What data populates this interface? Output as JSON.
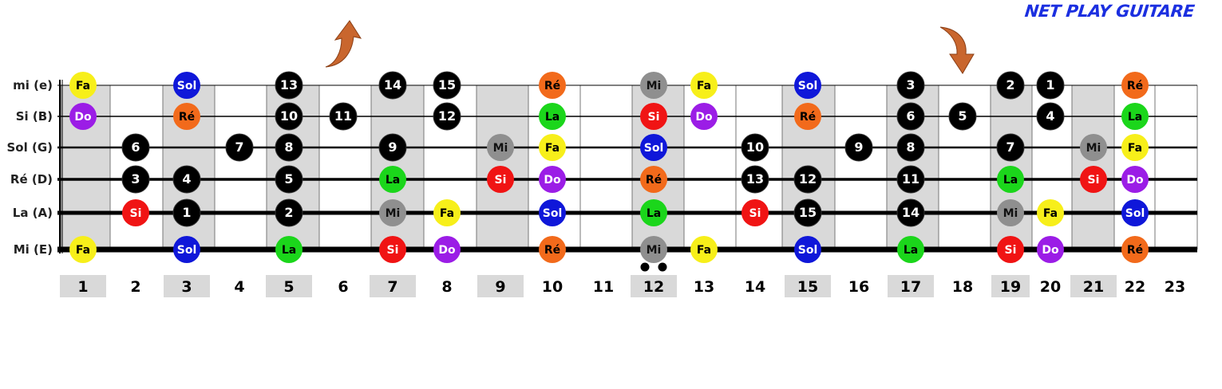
{
  "brand": "NET PLAY GUITARE",
  "colors": {
    "Do": "#9b1de6",
    "Ré": "#f26a1b",
    "Mi": "#8f8f8f",
    "Fa": "#f7ef1a",
    "Sol": "#0f17d9",
    "La": "#1bd61b",
    "Si": "#f01414",
    "number": "#000000",
    "shade": "#d9d9d9",
    "arrow": "#c9662e",
    "brand": "#1b2fe0"
  },
  "strings": [
    {
      "label": "mi (e)",
      "thickness": 1
    },
    {
      "label": "Si (B)",
      "thickness": 1.6
    },
    {
      "label": "Sol (G)",
      "thickness": 2.6
    },
    {
      "label": "Ré (D)",
      "thickness": 3.6
    },
    {
      "label": "La (A)",
      "thickness": 5
    },
    {
      "label": "Mi (E)",
      "thickness": 7
    }
  ],
  "frets": [
    1,
    2,
    3,
    4,
    5,
    6,
    7,
    8,
    9,
    10,
    11,
    12,
    13,
    14,
    15,
    16,
    17,
    18,
    19,
    20,
    21,
    22,
    23
  ],
  "shaded_frets": [
    1,
    3,
    5,
    7,
    9,
    12,
    15,
    17,
    19,
    21
  ],
  "double_dot_fret": 12,
  "arrows": [
    {
      "direction": "up",
      "near_fret": 6
    },
    {
      "direction": "down",
      "near_fret": 18
    }
  ],
  "markers": [
    {
      "string": 0,
      "fret": 1,
      "text": "Fa"
    },
    {
      "string": 0,
      "fret": 3,
      "text": "Sol"
    },
    {
      "string": 0,
      "fret": 5,
      "text": "13"
    },
    {
      "string": 0,
      "fret": 7,
      "text": "14"
    },
    {
      "string": 0,
      "fret": 8,
      "text": "15"
    },
    {
      "string": 0,
      "fret": 10,
      "text": "Ré"
    },
    {
      "string": 0,
      "fret": 12,
      "text": "Mi"
    },
    {
      "string": 0,
      "fret": 13,
      "text": "Fa"
    },
    {
      "string": 0,
      "fret": 15,
      "text": "Sol"
    },
    {
      "string": 0,
      "fret": 17,
      "text": "3"
    },
    {
      "string": 0,
      "fret": 19,
      "text": "2"
    },
    {
      "string": 0,
      "fret": 20,
      "text": "1"
    },
    {
      "string": 0,
      "fret": 22,
      "text": "Ré"
    },
    {
      "string": 1,
      "fret": 1,
      "text": "Do"
    },
    {
      "string": 1,
      "fret": 3,
      "text": "Ré"
    },
    {
      "string": 1,
      "fret": 5,
      "text": "10"
    },
    {
      "string": 1,
      "fret": 6,
      "text": "11"
    },
    {
      "string": 1,
      "fret": 8,
      "text": "12"
    },
    {
      "string": 1,
      "fret": 10,
      "text": "La"
    },
    {
      "string": 1,
      "fret": 12,
      "text": "Si"
    },
    {
      "string": 1,
      "fret": 13,
      "text": "Do"
    },
    {
      "string": 1,
      "fret": 15,
      "text": "Ré"
    },
    {
      "string": 1,
      "fret": 17,
      "text": "6"
    },
    {
      "string": 1,
      "fret": 18,
      "text": "5"
    },
    {
      "string": 1,
      "fret": 20,
      "text": "4"
    },
    {
      "string": 1,
      "fret": 22,
      "text": "La"
    },
    {
      "string": 2,
      "fret": 2,
      "text": "6"
    },
    {
      "string": 2,
      "fret": 4,
      "text": "7"
    },
    {
      "string": 2,
      "fret": 5,
      "text": "8"
    },
    {
      "string": 2,
      "fret": 7,
      "text": "9"
    },
    {
      "string": 2,
      "fret": 9,
      "text": "Mi"
    },
    {
      "string": 2,
      "fret": 10,
      "text": "Fa"
    },
    {
      "string": 2,
      "fret": 12,
      "text": "Sol"
    },
    {
      "string": 2,
      "fret": 14,
      "text": "10"
    },
    {
      "string": 2,
      "fret": 16,
      "text": "9"
    },
    {
      "string": 2,
      "fret": 17,
      "text": "8"
    },
    {
      "string": 2,
      "fret": 19,
      "text": "7"
    },
    {
      "string": 2,
      "fret": 21,
      "text": "Mi"
    },
    {
      "string": 2,
      "fret": 22,
      "text": "Fa"
    },
    {
      "string": 3,
      "fret": 2,
      "text": "3"
    },
    {
      "string": 3,
      "fret": 3,
      "text": "4"
    },
    {
      "string": 3,
      "fret": 5,
      "text": "5"
    },
    {
      "string": 3,
      "fret": 7,
      "text": "La"
    },
    {
      "string": 3,
      "fret": 9,
      "text": "Si"
    },
    {
      "string": 3,
      "fret": 10,
      "text": "Do"
    },
    {
      "string": 3,
      "fret": 12,
      "text": "Ré"
    },
    {
      "string": 3,
      "fret": 14,
      "text": "13"
    },
    {
      "string": 3,
      "fret": 15,
      "text": "12"
    },
    {
      "string": 3,
      "fret": 17,
      "text": "11"
    },
    {
      "string": 3,
      "fret": 19,
      "text": "La"
    },
    {
      "string": 3,
      "fret": 21,
      "text": "Si"
    },
    {
      "string": 3,
      "fret": 22,
      "text": "Do"
    },
    {
      "string": 4,
      "fret": 2,
      "text": "Si"
    },
    {
      "string": 4,
      "fret": 3,
      "text": "1"
    },
    {
      "string": 4,
      "fret": 5,
      "text": "2"
    },
    {
      "string": 4,
      "fret": 7,
      "text": "Mi"
    },
    {
      "string": 4,
      "fret": 8,
      "text": "Fa"
    },
    {
      "string": 4,
      "fret": 10,
      "text": "Sol"
    },
    {
      "string": 4,
      "fret": 12,
      "text": "La"
    },
    {
      "string": 4,
      "fret": 14,
      "text": "Si"
    },
    {
      "string": 4,
      "fret": 15,
      "text": "15"
    },
    {
      "string": 4,
      "fret": 17,
      "text": "14"
    },
    {
      "string": 4,
      "fret": 19,
      "text": "Mi"
    },
    {
      "string": 4,
      "fret": 20,
      "text": "Fa"
    },
    {
      "string": 4,
      "fret": 22,
      "text": "Sol"
    },
    {
      "string": 5,
      "fret": 1,
      "text": "Fa"
    },
    {
      "string": 5,
      "fret": 3,
      "text": "Sol"
    },
    {
      "string": 5,
      "fret": 5,
      "text": "La"
    },
    {
      "string": 5,
      "fret": 7,
      "text": "Si"
    },
    {
      "string": 5,
      "fret": 8,
      "text": "Do"
    },
    {
      "string": 5,
      "fret": 10,
      "text": "Ré"
    },
    {
      "string": 5,
      "fret": 12,
      "text": "Mi"
    },
    {
      "string": 5,
      "fret": 13,
      "text": "Fa"
    },
    {
      "string": 5,
      "fret": 15,
      "text": "Sol"
    },
    {
      "string": 5,
      "fret": 17,
      "text": "La"
    },
    {
      "string": 5,
      "fret": 19,
      "text": "Si"
    },
    {
      "string": 5,
      "fret": 20,
      "text": "Do"
    },
    {
      "string": 5,
      "fret": 22,
      "text": "Ré"
    }
  ]
}
